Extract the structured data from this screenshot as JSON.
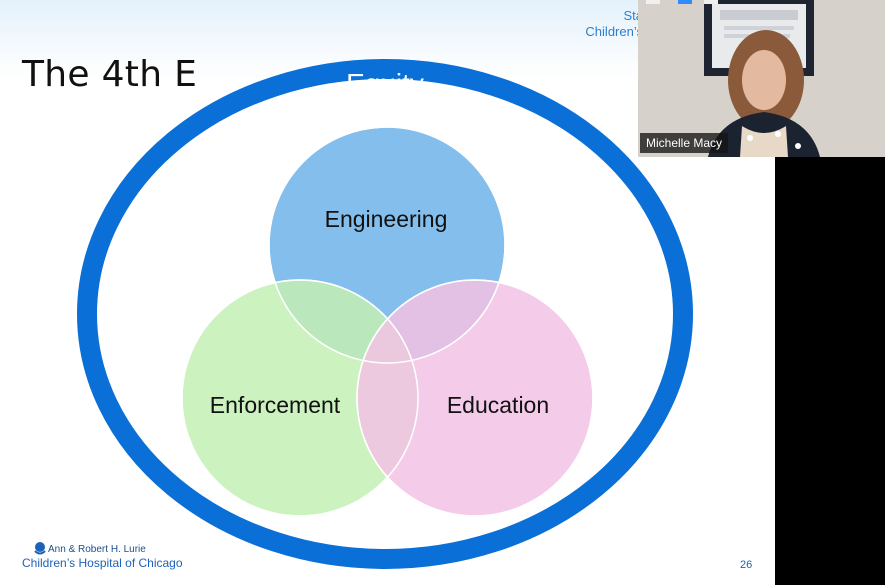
{
  "slide": {
    "title": "The 4th E",
    "header_brand_line1": "Sta",
    "header_brand_line2": "Children’s",
    "equity_label": "Equity",
    "circles": {
      "engineering": "Engineering",
      "enforcement": "Enforcement",
      "education": "Education"
    },
    "footer": {
      "logo_line1": "Ann & Robert H. Lurie",
      "logo_line2": "Children’s Hospital of Chicago"
    },
    "page_number": "26"
  },
  "video": {
    "participant_name": "Michelle Macy"
  },
  "colors": {
    "equity_ring": "#0a6fd6",
    "engineering": "#7ab9ea",
    "enforcement": "#c3f0b4",
    "education": "#f2c2e4"
  }
}
